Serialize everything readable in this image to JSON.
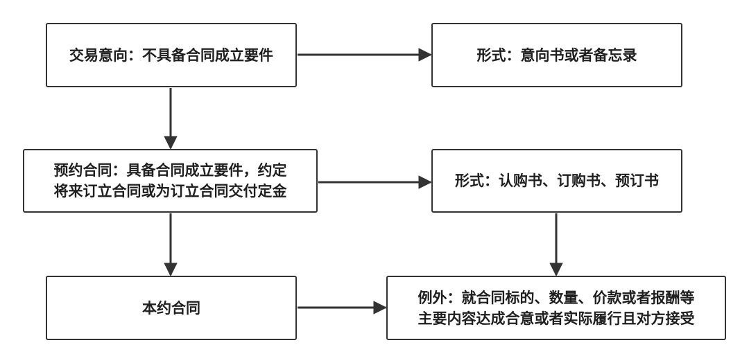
{
  "nodes": {
    "intent": {
      "label": "交易意向：不具备合同成立要件"
    },
    "intent_form": {
      "label": "形式：意向书或者备忘录"
    },
    "precontract": {
      "line1": "预约合同：具备合同成立要件，约定",
      "line2": "将来订立合同或为订立合同交付定金"
    },
    "precontract_form": {
      "label": "形式：认购书、订购书、预订书"
    },
    "main_contract": {
      "label": "本约合同"
    },
    "exception": {
      "line1": "例外：就合同标的、数量、价款或者报酬等",
      "line2": "主要内容达成合意或者实际履行且对方接受"
    }
  },
  "colors": {
    "stroke": "#333333",
    "text": "#1f1f1f",
    "background": "#ffffff"
  }
}
